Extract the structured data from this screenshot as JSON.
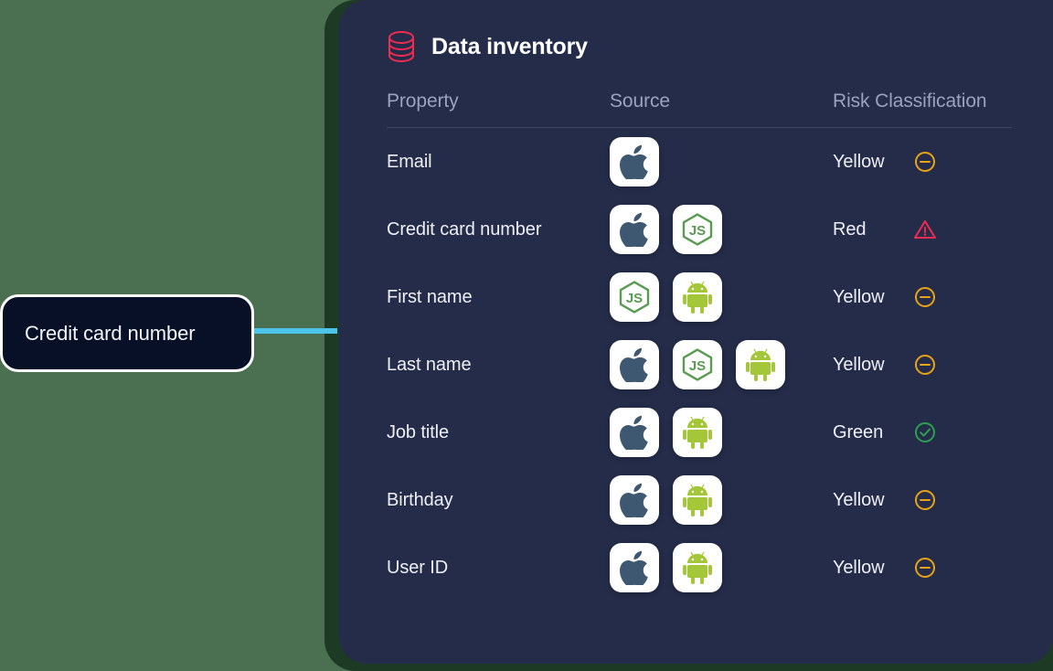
{
  "background": {
    "page_color": "#4b7051",
    "strip_color": "#1c3a24",
    "card_color": "#242c49"
  },
  "card": {
    "icon": "database-icon",
    "icon_color": "#ef2b4f",
    "title": "Data inventory"
  },
  "table": {
    "columns": [
      {
        "key": "property",
        "label": "Property"
      },
      {
        "key": "source",
        "label": "Source"
      },
      {
        "key": "risk",
        "label": "Risk Classification"
      }
    ],
    "rows": [
      {
        "property": "Email",
        "sources": [
          "apple-icon"
        ],
        "risk": "Yellow",
        "risk_icon": "minus-circle-icon",
        "risk_color": "#e8a317"
      },
      {
        "property": "Credit card number",
        "sources": [
          "apple-icon",
          "nodejs-icon"
        ],
        "risk": "Red",
        "risk_icon": "warning-triangle-icon",
        "risk_color": "#ef2b4f"
      },
      {
        "property": "First name",
        "sources": [
          "nodejs-icon",
          "android-icon"
        ],
        "risk": "Yellow",
        "risk_icon": "minus-circle-icon",
        "risk_color": "#e8a317"
      },
      {
        "property": "Last name",
        "sources": [
          "apple-icon",
          "nodejs-icon",
          "android-icon"
        ],
        "risk": "Yellow",
        "risk_icon": "minus-circle-icon",
        "risk_color": "#e8a317"
      },
      {
        "property": "Job title",
        "sources": [
          "apple-icon",
          "android-icon"
        ],
        "risk": "Green",
        "risk_icon": "check-circle-icon",
        "risk_color": "#2e9e4f"
      },
      {
        "property": "Birthday",
        "sources": [
          "apple-icon",
          "android-icon"
        ],
        "risk": "Yellow",
        "risk_icon": "minus-circle-icon",
        "risk_color": "#e8a317"
      },
      {
        "property": "User ID",
        "sources": [
          "apple-icon",
          "android-icon"
        ],
        "risk": "Yellow",
        "risk_icon": "minus-circle-icon",
        "risk_color": "#e8a317"
      }
    ]
  },
  "callout": {
    "text": "Credit card number",
    "connector_color": "#4cc3e8",
    "background": "#081028",
    "border_color": "#ffffff"
  }
}
